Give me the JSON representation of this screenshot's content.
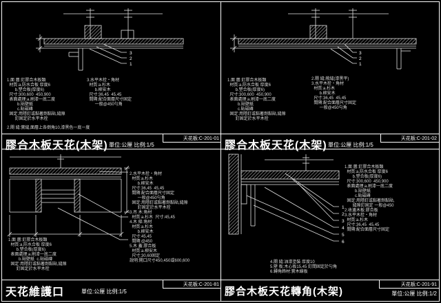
{
  "sheet": {
    "bg_color": "#000000",
    "line_color": "#ffffff",
    "text_color": "#d9d9d9"
  },
  "panels": [
    {
      "ref": "天花板:C-201-01",
      "title": "膠合木板天花(木架)",
      "scale": "單位:公厘 比例:1/5",
      "callouts": [
        "3",
        "2",
        "1"
      ],
      "notes_left": [
        "1.面 層:釘膠合木板類",
        "  材質:a.防水合板 厚度6",
        "       b.塑合板(厚度6)",
        "  尺寸:300,600  450,900",
        "  表面處理:a.刷漆一底二度",
        "         b.貼壁紙",
        "         c.貼磁磚",
        "  固定:用隱釘或黏著劑黏貼,縫隙",
        "       釘固定於水平木栓"
      ],
      "notes_right": [
        "3.水平木栓‧角材",
        "  材質:a.杉木",
        "       b.柳安木",
        "  尺寸:36,45  45,45",
        "  間隔:配合面層尺寸固定",
        "       一般@450勻角"
      ],
      "note_bottom": "2.閘 縫:實縫,面層上各倒角10,漆黑色一底一度"
    },
    {
      "ref": "天花板:C-201-02",
      "title": "膠合木板天花(木架)",
      "scale": "單位:公厘 比例:1/5",
      "callouts": [
        "3",
        "2",
        "1"
      ],
      "notes_left": [
        "1.面 層:釘膠合木板類",
        "  材質:a.防水合板 厚度6",
        "       b.塑合板(厚度6)",
        "  尺寸:300,600  450,900",
        "  表面處理:a.刷漆一底二度",
        "         b.貼壁紙",
        "         c.貼磁磚",
        "  固定:用隱釘或黏著劑黏貼,縫隙",
        "       釘固定於水平木栓"
      ],
      "notes_right": [
        "2.閘 縫:敞縫(漆黑平)",
        "3.水平木栓‧角材",
        "  材質:a.杉木",
        "       b.柳安木",
        "  尺寸:36,45  45,45",
        "  間隔:配合面層尺寸固定",
        "       一般@450勻角"
      ]
    },
    {
      "ref": "天花板:C-201-81",
      "title": "天花維護口",
      "scale": "單位:公厘 比例:1/5",
      "notes_left": [
        "1.面 層:釘膠合木板類",
        "  材質:a.防水合板 厚度6",
        "       b.塑合板(厚度6)",
        "  表面處理:a.刷漆一底二度",
        "         b.貼壁紙  c.貼磁磚",
        "  固定:用隱釘或黏著劑黏貼,縫隙",
        "       釘固定於水平木栓"
      ],
      "notes_right": [
        "2.水平木栓‧角材",
        "  材質:a.杉木",
        "       b.柳安木",
        "  尺寸:36,45  45,45",
        "  間隔:配合面層尺寸固定",
        "       一般@450勻角",
        "  固定:用隱釘或黏著劑黏貼,縫隙",
        "       釘固定於水平木栓",
        "3.吊 木:角材",
        "  材質:a.杉木  尺寸:45,45",
        "4.木 條:角材",
        "  材質:a.杉木",
        "       b.柳安木",
        "  尺寸:45,45",
        "  間隔:@450",
        "5.木 蓋:膠合板",
        "  材質:a.柳安木",
        "  尺寸:30,60固定",
        "說明:開口尺寸450,450或600,600"
      ]
    },
    {
      "ref": "天花板:C-201-91",
      "title": "膠合木板天花轉角(木架)",
      "scale": "單位:公厘 比例:1/2",
      "callouts": [
        "1",
        "2",
        "3",
        "4",
        "5",
        "6"
      ],
      "notes_right": [
        "1.面 層:釘膠合木板類",
        "  材質:a.防水合板 厚度6",
        "       b.塑合板(厚度6)",
        "  尺寸:300,600  450,900",
        "  表面處理:a.刷漆一底二度",
        "         b.貼壁紙",
        "         c.貼磁磚",
        "  固定:用隱釘或黏著劑黏貼,",
        "       縫隙釘固定 一般@450",
        "2.收邊木板:膠合板",
        "3.水平木栓‧角材",
        "  材質:a.杉木",
        "  尺寸:36,45  45,45",
        "  間隔:配合面層尺寸固定"
      ],
      "notes_bottom": [
        "4.閘 縫:油漆塗裝 厚度10",
        "5.壁 板:木心板15,45 釘間固定於勻角",
        "6.轉角飾材:實木線板"
      ]
    }
  ]
}
